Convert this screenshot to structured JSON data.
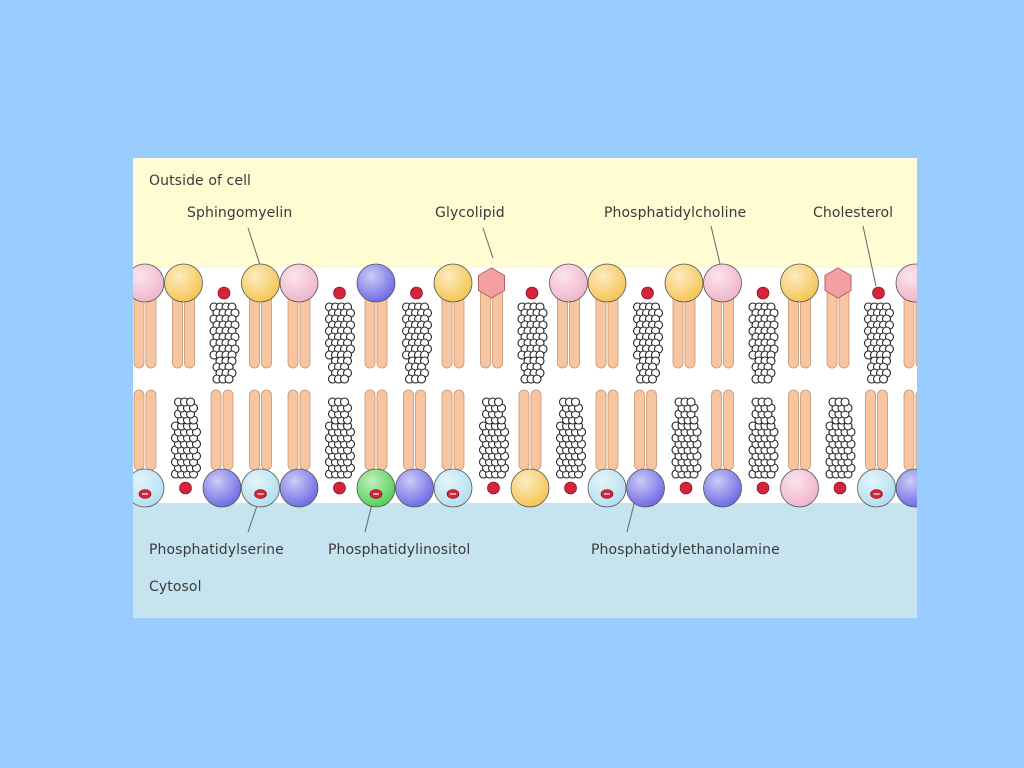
{
  "labels": {
    "outside": "Outside of cell",
    "sphingomyelin": "Sphingomyelin",
    "glycolipid": "Glycolipid",
    "phosphatidylcholine": "Phosphatidylcholine",
    "cholesterol": "Cholesterol",
    "phosphatidylserine": "Phosphatidylserine",
    "phosphatidylinositol": "Phosphatidylinositol",
    "phosphatidylethanolamine": "Phosphatidylethanolamine",
    "cytosol": "Cytosol"
  },
  "colors": {
    "slide_background": "#99ccff",
    "outside_region": "#fffbd2",
    "cytosol_region": "#c6e4f0",
    "lipid_tail": "#f7c6a0",
    "phosphatidylcholine": "#f0b4cc",
    "sphingomyelin": "#f5c552",
    "phosphatidylethanolamine": "#6e6ae6",
    "phosphatidylserine": "#b2dff0",
    "phosphatidylinositol": "#52d052",
    "glycolipid": "#f4a0a0",
    "cholesterol_oh": "#d4243c"
  },
  "outer_leaflet": [
    {
      "type": "phosphatidylcholine"
    },
    {
      "type": "sphingomyelin"
    },
    {
      "type": "cholesterol"
    },
    {
      "type": "sphingomyelin"
    },
    {
      "type": "phosphatidylcholine"
    },
    {
      "type": "cholesterol"
    },
    {
      "type": "phosphatidylethanolamine"
    },
    {
      "type": "cholesterol"
    },
    {
      "type": "sphingomyelin"
    },
    {
      "type": "glycolipid"
    },
    {
      "type": "cholesterol"
    },
    {
      "type": "phosphatidylcholine"
    },
    {
      "type": "sphingomyelin"
    },
    {
      "type": "cholesterol"
    },
    {
      "type": "sphingomyelin"
    },
    {
      "type": "phosphatidylcholine"
    },
    {
      "type": "cholesterol"
    },
    {
      "type": "sphingomyelin"
    },
    {
      "type": "glycolipid"
    },
    {
      "type": "cholesterol"
    },
    {
      "type": "phosphatidylcholine"
    }
  ],
  "inner_leaflet": [
    {
      "type": "phosphatidylserine"
    },
    {
      "type": "cholesterol"
    },
    {
      "type": "phosphatidylethanolamine"
    },
    {
      "type": "phosphatidylserine"
    },
    {
      "type": "phosphatidylethanolamine"
    },
    {
      "type": "cholesterol"
    },
    {
      "type": "phosphatidylinositol"
    },
    {
      "type": "phosphatidylethanolamine"
    },
    {
      "type": "phosphatidylserine"
    },
    {
      "type": "cholesterol"
    },
    {
      "type": "sphingomyelin"
    },
    {
      "type": "cholesterol"
    },
    {
      "type": "phosphatidylserine"
    },
    {
      "type": "phosphatidylethanolamine"
    },
    {
      "type": "cholesterol"
    },
    {
      "type": "phosphatidylethanolamine"
    },
    {
      "type": "cholesterol"
    },
    {
      "type": "phosphatidylcholine"
    },
    {
      "type": "cholesterol"
    },
    {
      "type": "phosphatidylserine"
    },
    {
      "type": "phosphatidylethanolamine"
    }
  ]
}
